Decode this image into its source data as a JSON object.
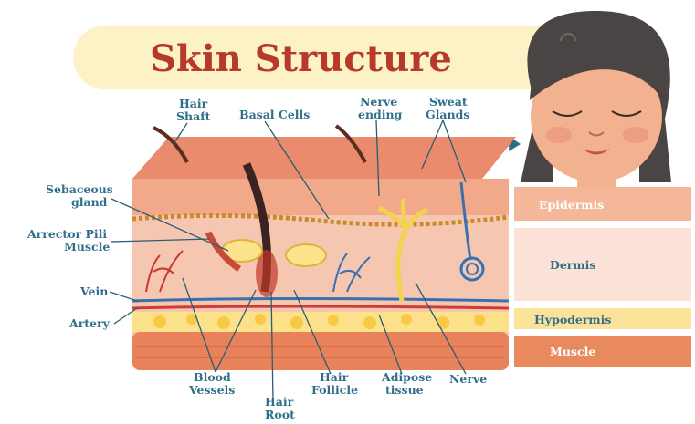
{
  "title": "Skin Structure",
  "labels": {
    "hair_shaft": [
      "Hair",
      "Shaft"
    ],
    "basal_cells": "Basal Cells",
    "nerve_ending": [
      "Nerve",
      "ending"
    ],
    "sweat_glands": [
      "Sweat",
      "Glands"
    ],
    "sebaceous_gland": [
      "Sebaceous",
      "gland"
    ],
    "arrector_pili": [
      "Arrector Pili",
      "Muscle"
    ],
    "vein": "Vein",
    "artery": "Artery",
    "blood_vessels": [
      "Blood",
      "Vessels"
    ],
    "hair_root": [
      "Hair",
      "Root"
    ],
    "hair_follicle": [
      "Hair",
      "Follicle"
    ],
    "adipose_tissue": [
      "Adipose",
      "tissue"
    ],
    "nerve": "Nerve"
  },
  "layers": {
    "epidermis": "Epidermis",
    "dermis": "Dermis",
    "hypodermis": "Hypodermis",
    "muscle": "Muscle"
  },
  "colors": {
    "title": "#b53a2a",
    "label": "#2f6f8c",
    "epidermis_band": "#f4b79a",
    "dermis_band": "#fbe1d6",
    "hypodermis_band": "#fbe39a",
    "muscle_band": "#e98a5e"
  }
}
